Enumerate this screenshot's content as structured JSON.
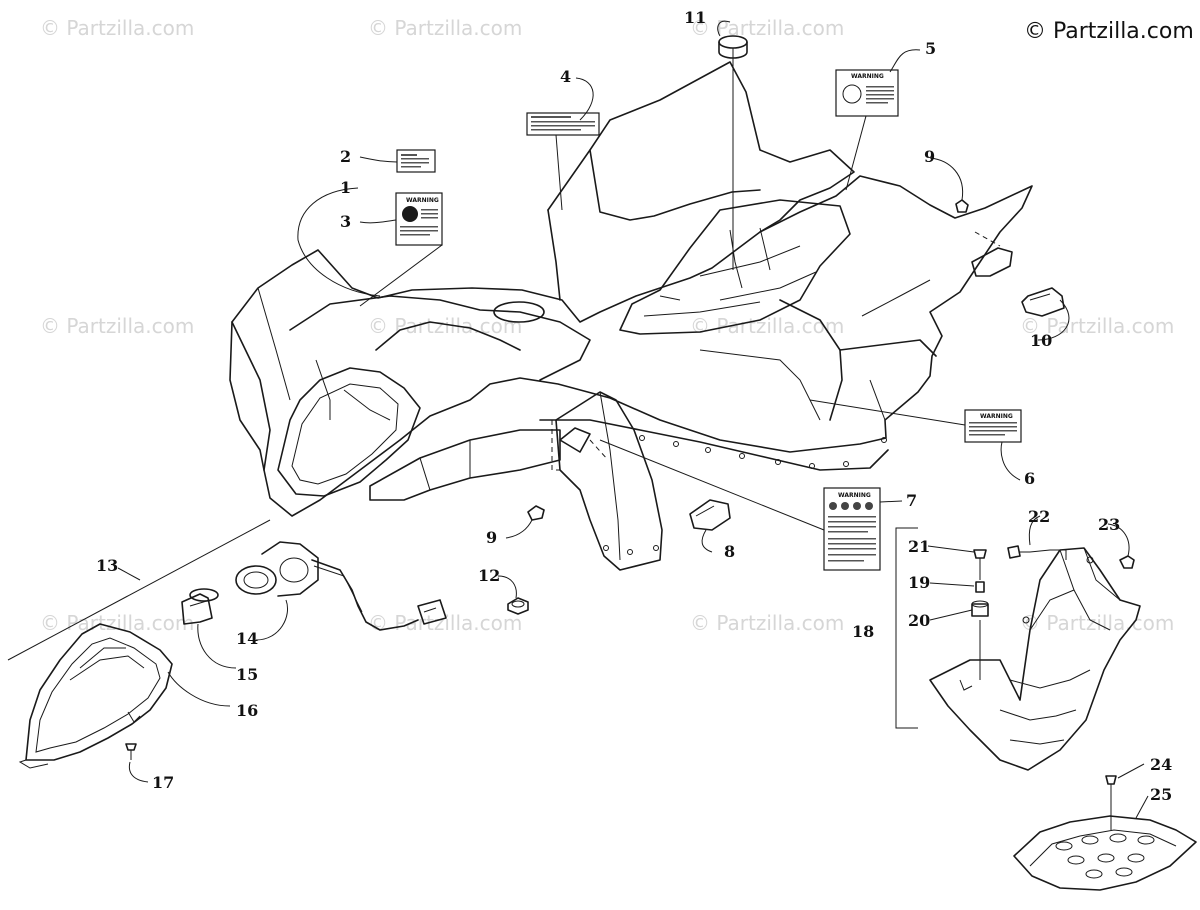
{
  "brand": {
    "text": "© Partzilla.com",
    "icon": "copyright-icon"
  },
  "watermark": "© Partzilla.com",
  "labels": [
    "1",
    "2",
    "3",
    "4",
    "5",
    "6",
    "7",
    "8",
    "9",
    "9",
    "10",
    "11",
    "12",
    "13",
    "14",
    "15",
    "16",
    "17",
    "18",
    "19",
    "20",
    "21",
    "22",
    "23",
    "24",
    "25"
  ],
  "decals": {
    "d3_heading": "WARNING",
    "d5_heading": "WARNING",
    "d6_heading": "WARNING",
    "d7_heading": "WARNING"
  }
}
